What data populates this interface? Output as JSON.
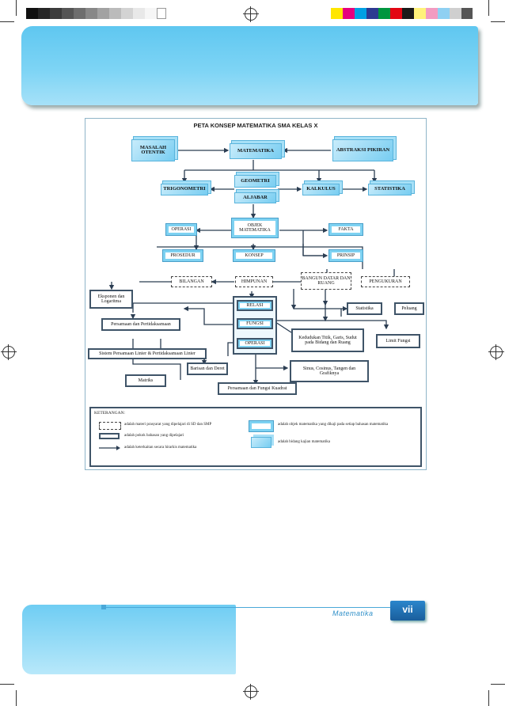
{
  "diagram": {
    "title": "PETA KONSEP MATEMATIKA SMA KELAS X",
    "nodes": {
      "masalah": "MASALAH OTENTIK",
      "matematika": "MATEMATIKA",
      "abstraksi": "ABSTRAKSI PIKIRAN",
      "geometri": "GEOMETRI",
      "aljabar": "ALJABAR",
      "trigonometri": "TRIGONOMETRI",
      "kalkulus": "KALKULUS",
      "statistika": "STATISTIKA",
      "objek": "OBJEK MATEMATIKA",
      "operasi_top": "OPERASI",
      "fakta": "FAKTA",
      "prosedur": "PROSEDUR",
      "konsep": "KONSEP",
      "prinsip": "PRINSIP",
      "bilangan": "BILANGAN",
      "himpunan": "HIMPUNAN",
      "bangun": "BANGUN DATAR DAN RUANG",
      "pengukuran": "PENGUKURAN",
      "eksponen": "Eksponen dan Logaritma",
      "relasi": "RELASI",
      "fungsi": "FUNGSI",
      "operasi_mid": "OPERASI",
      "statistika_small": "Statistika",
      "peluang": "Peluang",
      "persamaan": "Persamaan dan Pertidaksamaan",
      "kedudukan": "Kedudukan Titik, Garis, Sudut pada Bidang dan Ruang",
      "limit": "Limit Fungsi",
      "sistem": "Sistem Persamaan Linier & Pertidaksamaan Linier",
      "barisan": "Barisan dan Deret",
      "sinus": "Sinus, Cosinus, Tangen dan Grafiknya",
      "matriks": "Matriks",
      "kuadrat": "Persamaan dan Fungsi Kuadrat"
    },
    "legend": {
      "heading": "KETERANGAN:",
      "dotted": "adalah materi prasyarat yang dipelajari di SD dan SMP",
      "solid": "adalah pokok bahasan yang dipelajari",
      "arrow": "adalah keterkaitan secara hirarkis matematika",
      "objek": "adalah objek matematika yang dikaji pada setiap bahasan matematika",
      "cube": "adalah bidang kajian matematika"
    }
  },
  "footer": {
    "subject": "Matematika",
    "page": "vii"
  },
  "colors": {
    "accent": "#5fc7f0",
    "dark_box": "#3f5468",
    "page_tab": "#1e73b8"
  }
}
